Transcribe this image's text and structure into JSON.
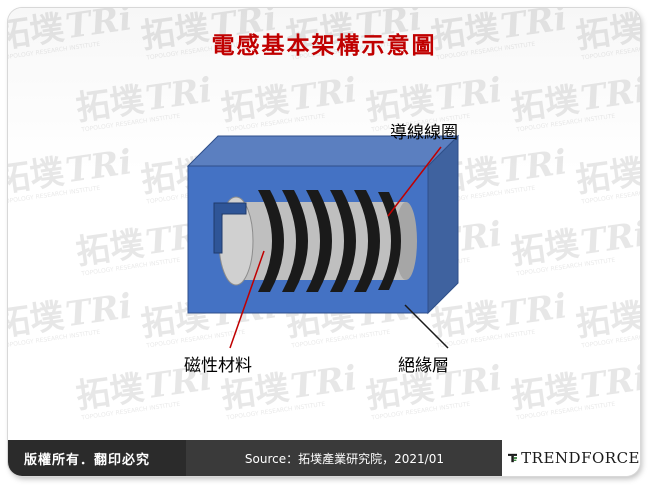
{
  "title": "電感基本架構示意圖",
  "labels": {
    "coil": "導線線圈",
    "magnetic": "磁性材料",
    "insulation": "絕緣層"
  },
  "footer": {
    "copyright": "版權所有．翻印必究",
    "source": "Source：拓墣產業研究院，2021/01",
    "brand": "TRENDFORCE"
  },
  "watermark": {
    "brand_cn": "拓墣",
    "brand_en": "TRi",
    "tagline": "TOPOLOGY RESEARCH INSTITUTE"
  },
  "colors": {
    "title": "#c00000",
    "box_front": "#4472c4",
    "box_top": "#5b7fc0",
    "box_side": "#3f629f",
    "core": "#bfbfbf",
    "coil": "#1a1a1a",
    "pointer": "#c00000",
    "brand_accent": "#2e7d32"
  }
}
